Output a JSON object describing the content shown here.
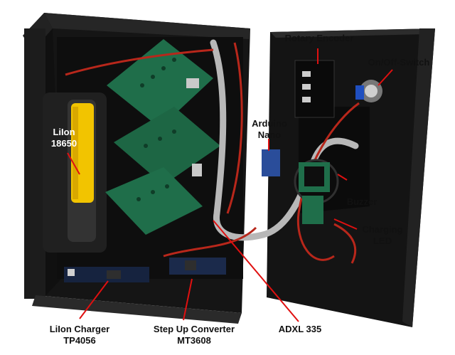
{
  "colors": {
    "background": "#ffffff",
    "enclosure": "#1a1a1a",
    "pcb_green": "#1f6e4a",
    "wire_red": "#c0392b",
    "ribbon_gray": "#b8b8b8",
    "battery_yellow": "#f2c400",
    "callout_red": "#e01010"
  },
  "labels": {
    "rotary_encoder": "Rotary Encoder",
    "on_off_switch": "On/Off-Switch",
    "arduino_line1": "Arduino",
    "arduino_line2": "Nano",
    "lilon_line1": "LiIon",
    "lilon_line2": "18650",
    "buzzer": "Buzzer",
    "charging_line1": "Charging",
    "charging_line2": "LED",
    "charger_line1": "LiIon Charger",
    "charger_line2": "TP4056",
    "stepup_line1": "Step Up Converter",
    "stepup_line2": "MT3608",
    "adxl": "ADXL 335"
  }
}
